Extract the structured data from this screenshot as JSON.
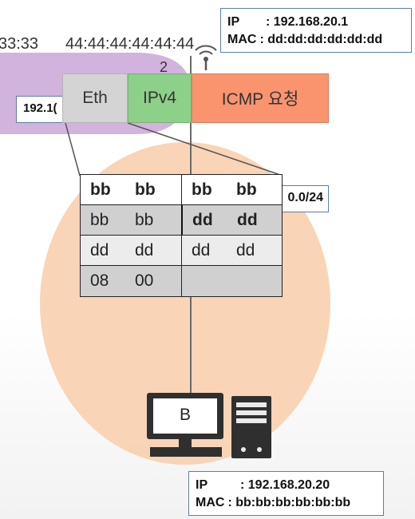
{
  "colors": {
    "lan_fill": "#f8cfae",
    "purple_fill": "#c9a6d8",
    "eth_fill": "#d4d4d4",
    "ipv4_fill": "#8dd08a",
    "icmp_fill": "#f9946f",
    "box_border": "#5b7fa8"
  },
  "top_partial": {
    "mac_left": "33:33",
    "mac_right": "44:44:44:44:44:44",
    "interface_num": "2",
    "ip_fragment": "192.1(",
    "subnet_fragment": "0.0/24"
  },
  "router_box": {
    "ip_key": "IP",
    "ip_value": ": 192.168.20.1",
    "mac_key": "MAC",
    "mac_value": ": dd:dd:dd:dd:dd:dd"
  },
  "packet": {
    "eth": "Eth",
    "ipv4": "IPv4",
    "icmp": "ICMP 요청"
  },
  "eth_table": {
    "rows": [
      [
        "bb",
        "bb",
        "bb",
        "bb"
      ],
      [
        "bb",
        "bb",
        "dd",
        "dd"
      ],
      [
        "dd",
        "dd",
        "dd",
        "dd"
      ],
      [
        "08",
        "00",
        "",
        ""
      ]
    ]
  },
  "host": {
    "label": "B",
    "ip_key": "IP",
    "ip_value": ": 192.168.20.20",
    "mac_key": "MAC",
    "mac_value": ": bb:bb:bb:bb:bb:bb"
  },
  "icons": [
    "wifi-antenna-icon",
    "monitor-icon",
    "pc-tower-icon"
  ]
}
